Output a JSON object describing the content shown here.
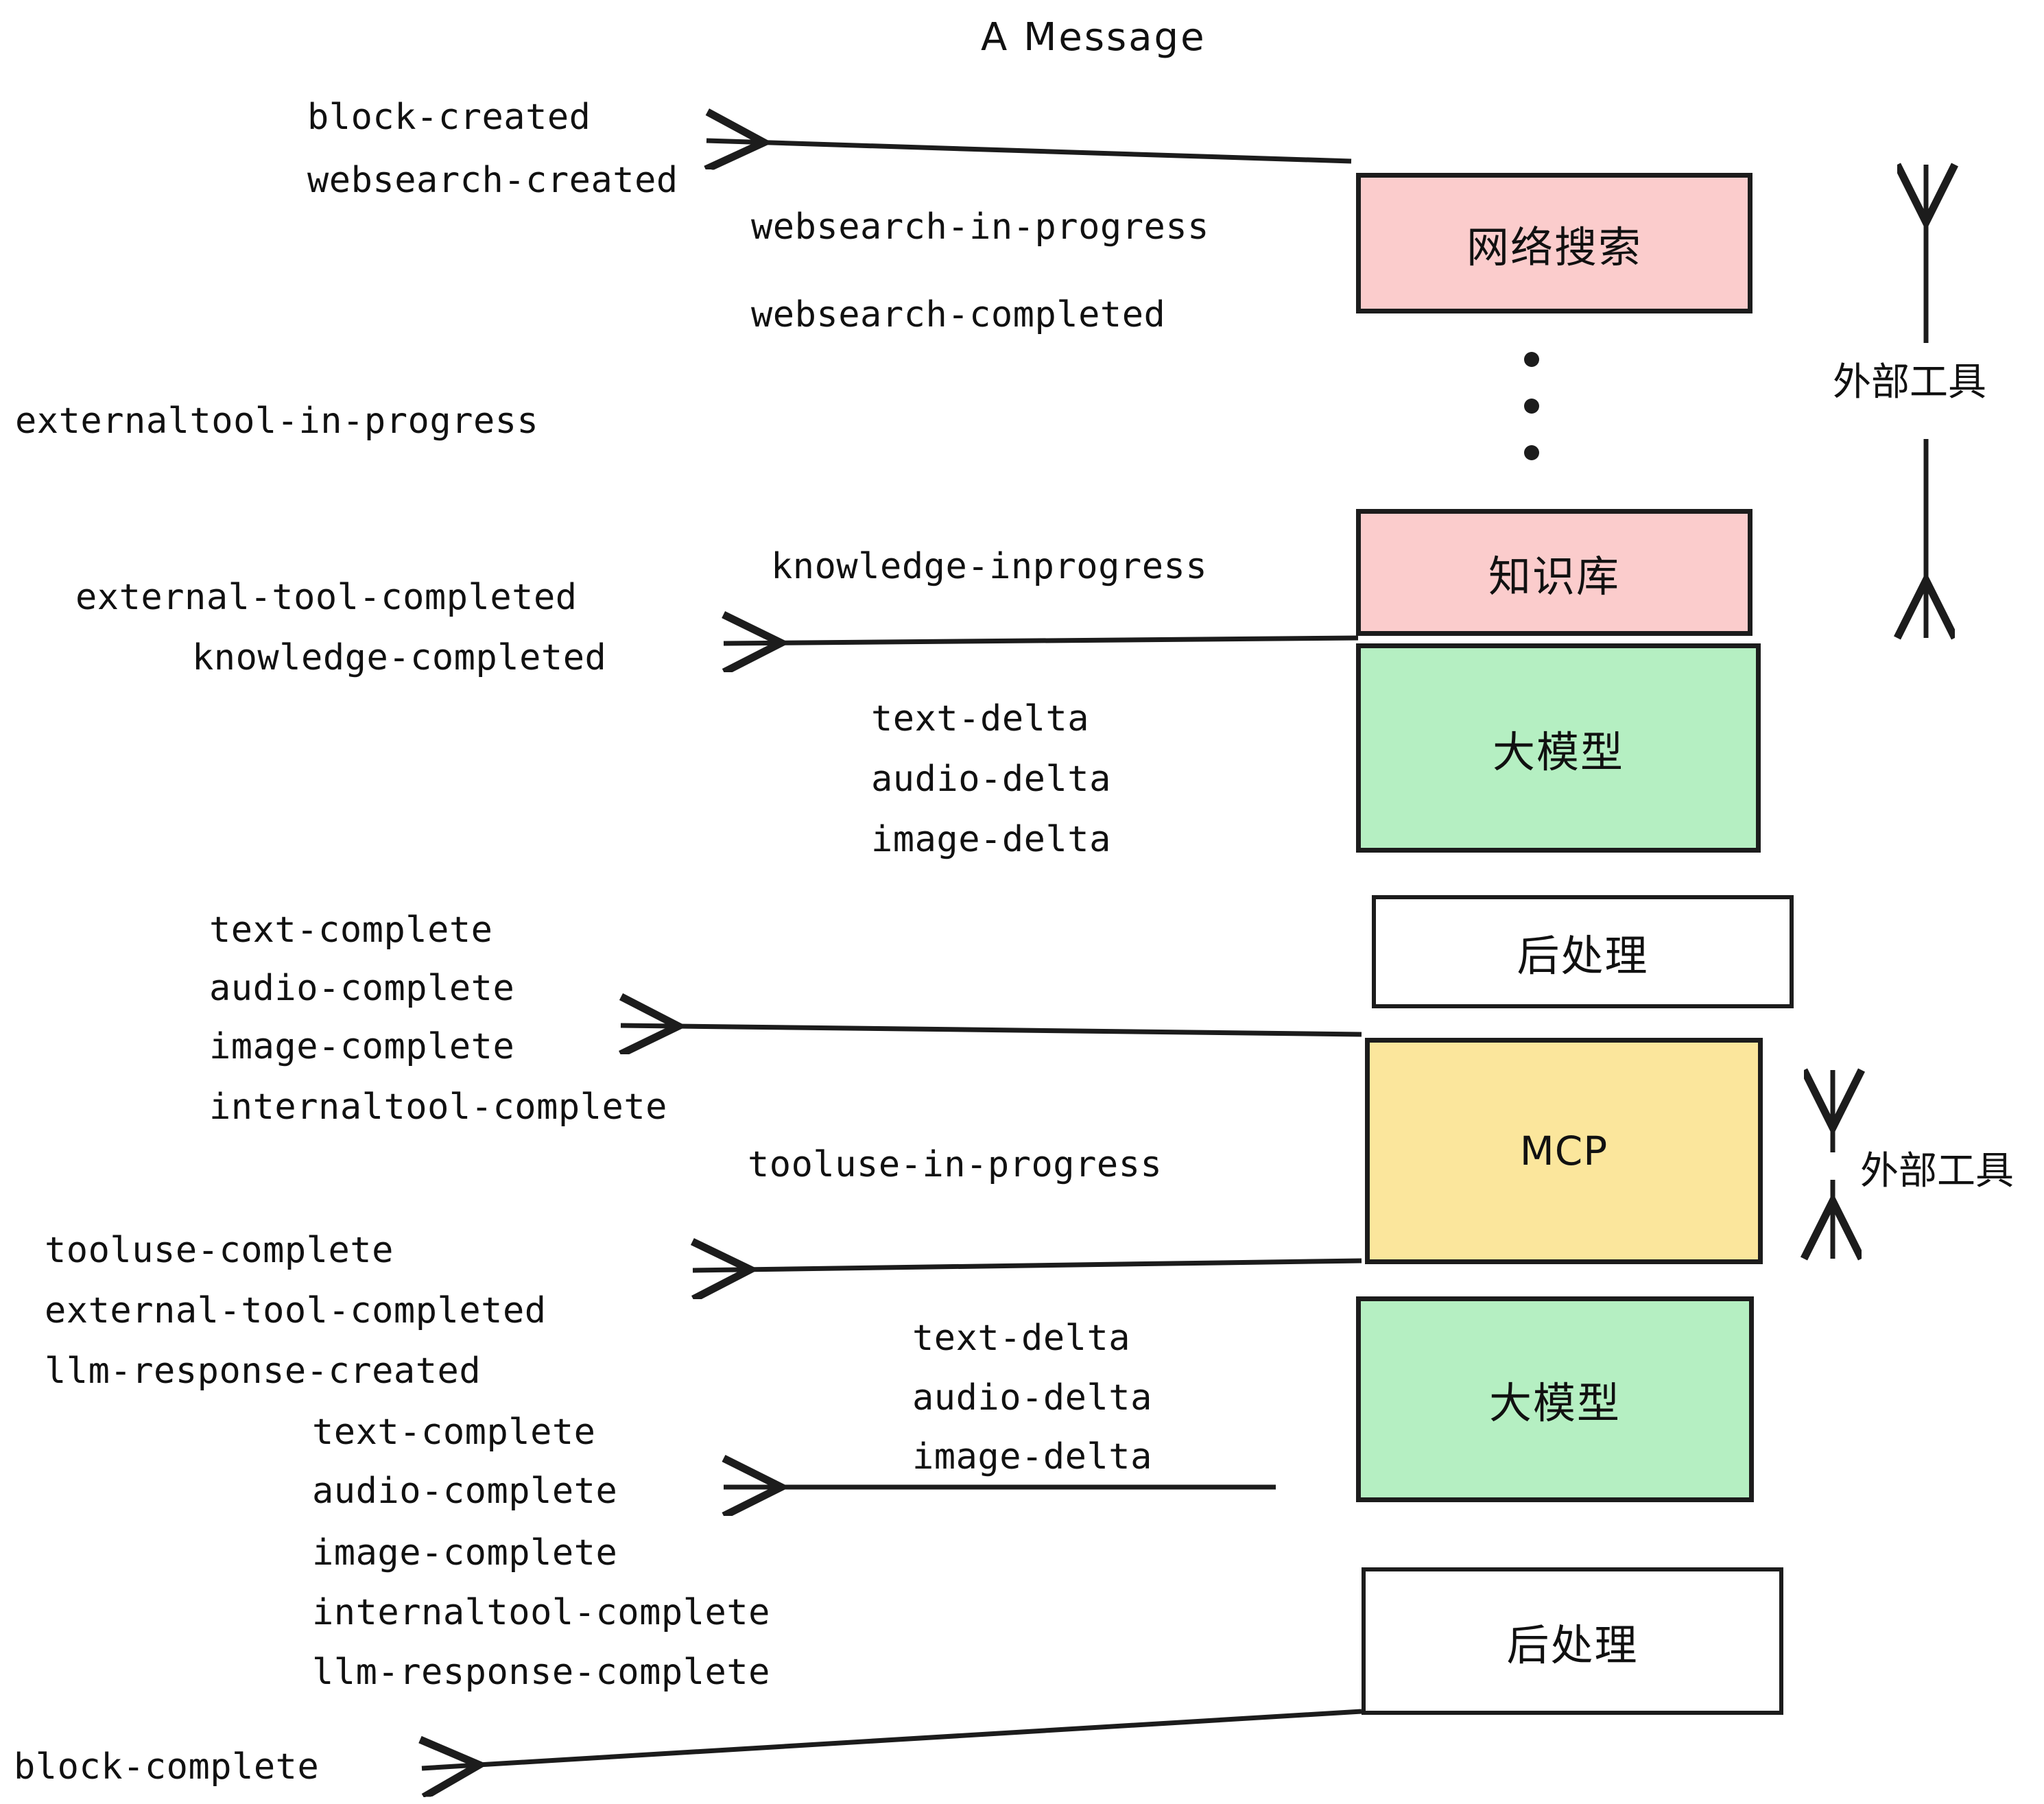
{
  "title": "A Message",
  "colors": {
    "pink": "#FBCCCC",
    "green": "#B5EFC2",
    "yellow": "#FBE69C",
    "white": "#FFFFFF",
    "stroke": "#1C1C1C",
    "text": "#111111"
  },
  "boxes": [
    {
      "id": "websearch",
      "label": "网络搜索",
      "fill": "#FBCCCC"
    },
    {
      "id": "knowledge",
      "label": "知识库",
      "fill": "#FBCCCC"
    },
    {
      "id": "llm-1",
      "label": "大模型",
      "fill": "#B5EFC2"
    },
    {
      "id": "postprocess-1",
      "label": "后处理",
      "fill": "#FFFFFF"
    },
    {
      "id": "mcp",
      "label": "MCP",
      "fill": "#FBE69C"
    },
    {
      "id": "llm-2",
      "label": "大模型",
      "fill": "#B5EFC2"
    },
    {
      "id": "postprocess-2",
      "label": "后处理",
      "fill": "#FFFFFF"
    }
  ],
  "side_labels": [
    {
      "id": "external-tools-top",
      "text": "外部工具"
    },
    {
      "id": "external-tools-bottom",
      "text": "外部工具"
    }
  ],
  "events": [
    {
      "id": "block-created",
      "text": "block-created"
    },
    {
      "id": "websearch-created",
      "text": "websearch-created"
    },
    {
      "id": "websearch-in-progress",
      "text": "websearch-in-progress"
    },
    {
      "id": "websearch-completed",
      "text": "websearch-completed"
    },
    {
      "id": "externaltool-in-progress",
      "text": "externaltool-in-progress"
    },
    {
      "id": "knowledge-inprogress",
      "text": "knowledge-inprogress"
    },
    {
      "id": "external-tool-completed-1",
      "text": "external-tool-completed"
    },
    {
      "id": "knowledge-completed",
      "text": "knowledge-completed"
    },
    {
      "id": "text-delta-1",
      "text": "text-delta"
    },
    {
      "id": "audio-delta-1",
      "text": "audio-delta"
    },
    {
      "id": "image-delta-1",
      "text": "image-delta"
    },
    {
      "id": "text-complete-1",
      "text": "text-complete"
    },
    {
      "id": "audio-complete-1",
      "text": "audio-complete"
    },
    {
      "id": "image-complete-1",
      "text": "image-complete"
    },
    {
      "id": "internaltool-complete-1",
      "text": "internaltool-complete"
    },
    {
      "id": "tooluse-in-progress",
      "text": "tooluse-in-progress"
    },
    {
      "id": "tooluse-complete",
      "text": "tooluse-complete"
    },
    {
      "id": "external-tool-completed-2",
      "text": "external-tool-completed"
    },
    {
      "id": "llm-response-created",
      "text": "llm-response-created"
    },
    {
      "id": "text-delta-2",
      "text": "text-delta"
    },
    {
      "id": "audio-delta-2",
      "text": "audio-delta"
    },
    {
      "id": "image-delta-2",
      "text": "image-delta"
    },
    {
      "id": "text-complete-2",
      "text": "text-complete"
    },
    {
      "id": "audio-complete-2",
      "text": "audio-complete"
    },
    {
      "id": "image-complete-2",
      "text": "image-complete"
    },
    {
      "id": "internaltool-complete-2",
      "text": "internaltool-complete"
    },
    {
      "id": "llm-response-complete",
      "text": "llm-response-complete"
    },
    {
      "id": "block-complete",
      "text": "block-complete"
    }
  ],
  "ellipsis": {
    "id": "vertical-ellipsis",
    "dots": 3
  }
}
